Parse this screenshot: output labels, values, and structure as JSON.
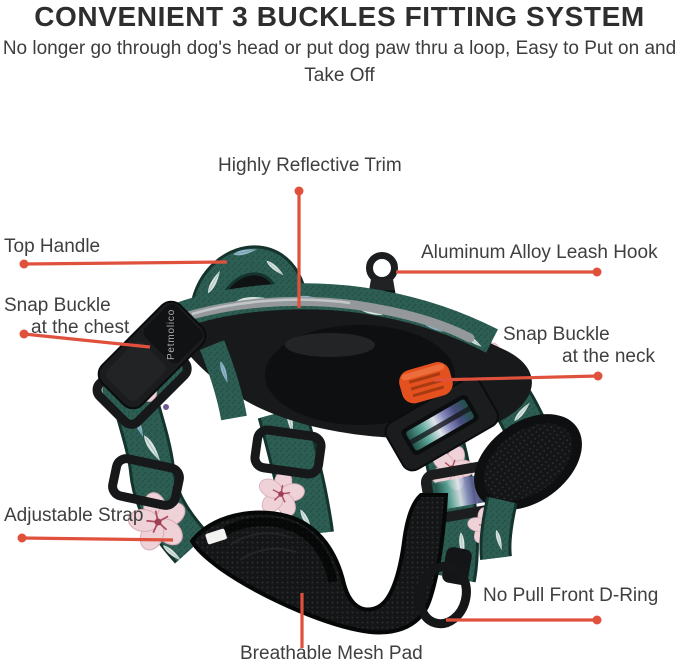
{
  "header": {
    "title": "CONVENIENT 3 BUCKLES FITTING SYSTEM",
    "subtitle_line1": "No longer go through dog's head or put dog paw thru a loop,",
    "subtitle_line2": "Easy to Put on and Take Off"
  },
  "callouts": {
    "reflective_trim": {
      "label": "Highly Reflective Trim"
    },
    "top_handle": {
      "label": "Top Handle"
    },
    "chest_buckle": {
      "line1": "Snap Buckle",
      "line2": "at the chest"
    },
    "leash_hook": {
      "label": "Aluminum Alloy Leash Hook"
    },
    "neck_buckle": {
      "line1": "Snap Buckle",
      "line2": "at the neck"
    },
    "adjustable_strap": {
      "label": "Adjustable Strap"
    },
    "front_d_ring": {
      "label": "No Pull Front D-Ring"
    },
    "mesh_pad": {
      "label": "Breathable Mesh Pad"
    }
  },
  "product": {
    "brand_label": "Petmolico",
    "colors": {
      "callout_line": "#e0513d",
      "label_text": "#3f3f3f",
      "title_text": "#2e2e2e",
      "strap_teal": "#2c5e54",
      "buckle_orange": "#e4511f",
      "reflective_trim_gray": "#94989b",
      "pad_black": "#131516",
      "flower_pink": "#eed2d7"
    }
  }
}
